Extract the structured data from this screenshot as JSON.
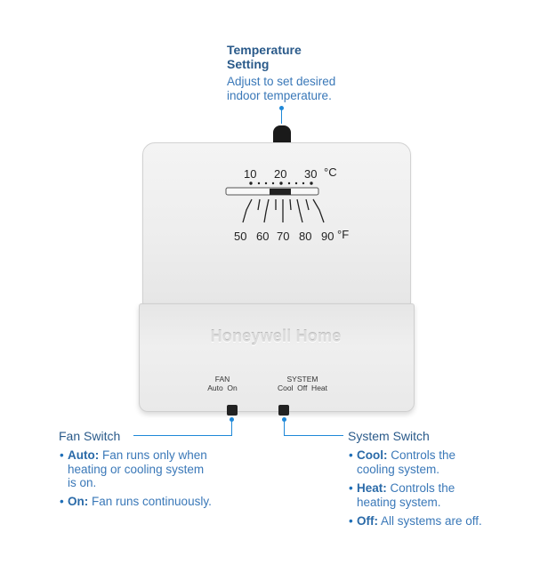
{
  "temperature_callout": {
    "title_line1": "Temperature",
    "title_line2": "Setting",
    "desc_line1": "Adjust to set desired",
    "desc_line2": "indoor temperature."
  },
  "thermostat": {
    "celsius_ticks": [
      "10",
      "20",
      "30"
    ],
    "celsius_unit": "°C",
    "fahrenheit_ticks": [
      "50",
      "60",
      "70",
      "80",
      "90"
    ],
    "fahrenheit_unit": "°F",
    "brand": "Honeywell Home",
    "fan_label": "FAN",
    "fan_options": "Auto  On",
    "system_label": "SYSTEM",
    "system_options": "Cool  Off  Heat"
  },
  "fan_switch": {
    "title": "Fan Switch",
    "items": [
      {
        "term": "Auto:",
        "text_line1": " Fan runs only when",
        "text_line2": "heating or cooling system",
        "text_line3": "is on."
      },
      {
        "term": "On:",
        "text_line1": " Fan runs continuously."
      }
    ]
  },
  "system_switch": {
    "title": "System Switch",
    "items": [
      {
        "term": "Cool:",
        "text_line1": " Controls the",
        "text_line2": "cooling system."
      },
      {
        "term": "Heat:",
        "text_line1": " Controls the",
        "text_line2": "heating system."
      },
      {
        "term": "Off:",
        "text_line1": " All systems are off."
      }
    ]
  },
  "colors": {
    "accent": "#1f88d8",
    "text_blue": "#3a78b8",
    "device": "#efefef"
  }
}
